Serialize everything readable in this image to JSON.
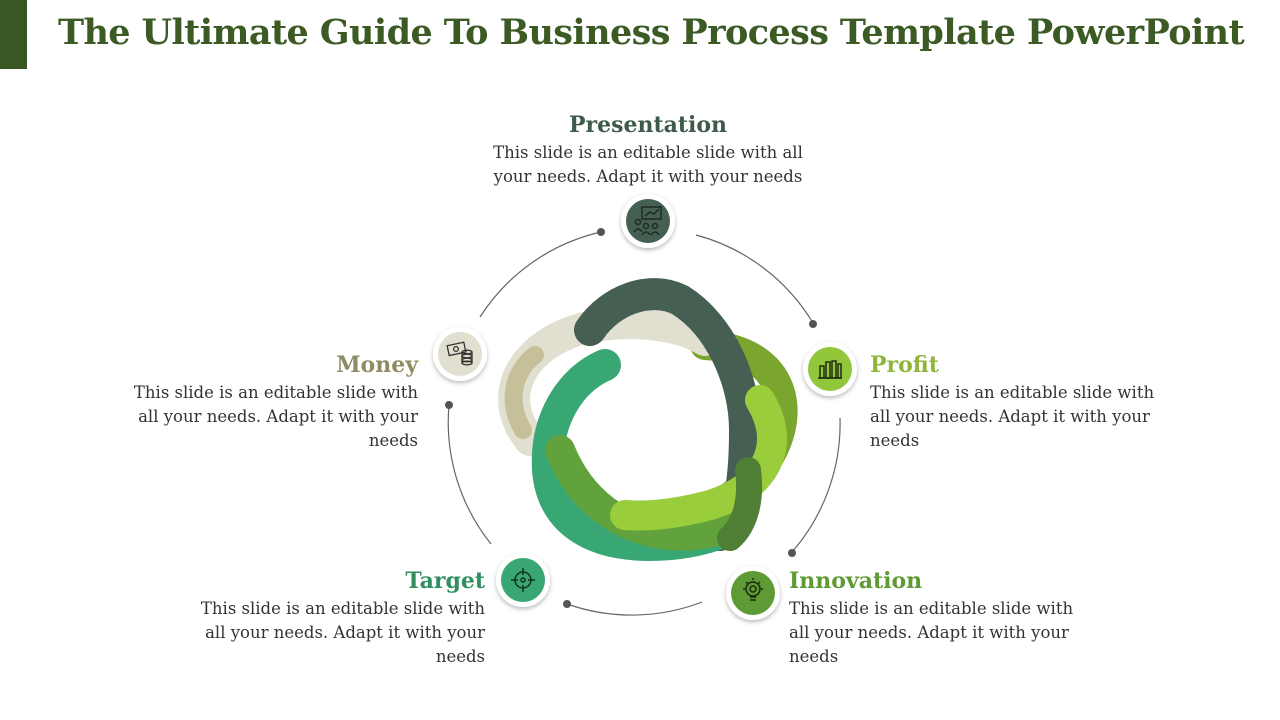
{
  "title": "The Ultimate Guide To Business Process Template PowerPoint",
  "colors": {
    "title": "#3b5a24",
    "dark_green": "#455f52",
    "light_green": "#9acd3b",
    "mid_green": "#61a23c",
    "teal_green": "#39a773",
    "beige": "#e1dfd0"
  },
  "items": [
    {
      "key": "presentation",
      "heading": "Presentation",
      "text": "This slide is an editable slide with all your needs. Adapt it with your needs",
      "icon": "presentation-icon",
      "color": "#455f52"
    },
    {
      "key": "profit",
      "heading": "Profit",
      "text": "This slide is an editable slide with all your needs. Adapt it with your needs",
      "icon": "bar-chart-icon",
      "color": "#8fb63a"
    },
    {
      "key": "innovation",
      "heading": "Innovation",
      "text": "This slide is an editable slide with all your needs. Adapt it with your needs",
      "icon": "lightbulb-icon",
      "color": "#5f9b34"
    },
    {
      "key": "target",
      "heading": "Target",
      "text": "This slide is an editable slide with all your needs. Adapt it with your needs",
      "icon": "target-icon",
      "color": "#2f8f5f"
    },
    {
      "key": "money",
      "heading": "Money",
      "text": "This slide is an editable slide with all your needs. Adapt it with your needs",
      "icon": "money-icon",
      "color": "#8f8c63"
    }
  ]
}
